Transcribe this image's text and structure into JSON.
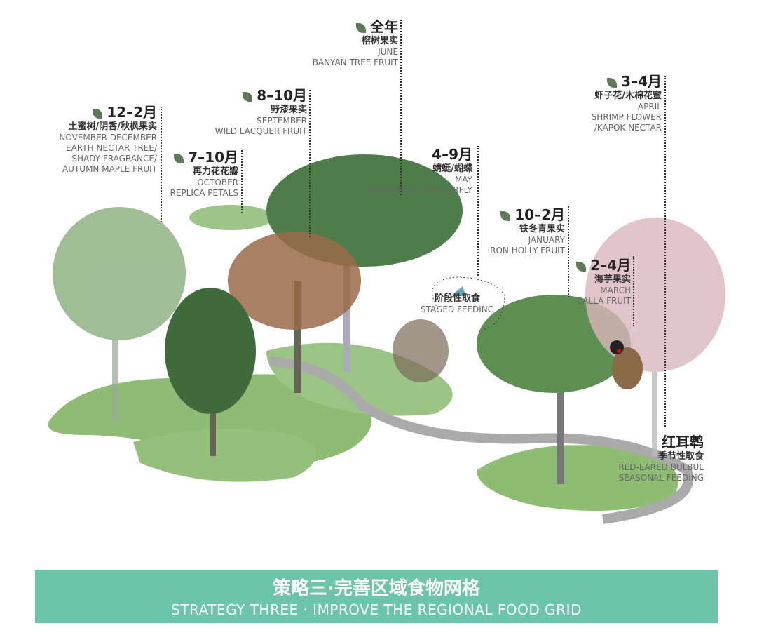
{
  "labels": [
    {
      "months": "12–2月",
      "cn": "土蜜树/阴香/秋枫果实",
      "en": [
        "NOVEMBER-DECEMBER",
        "EARTH NECTAR TREE/",
        "SHADY FRAGRANCE/",
        "AUTUMN MAPLE FRUIT"
      ]
    },
    {
      "months": "7–10月",
      "cn": "再力花花瓣",
      "en": [
        "OCTOBER",
        "REPLICA PETALS"
      ]
    },
    {
      "months": "8–10月",
      "cn": "野漆果实",
      "en": [
        "SEPTEMBER",
        "WILD LACQUER FRUIT"
      ]
    },
    {
      "months": "全年",
      "cn": "榕树果实",
      "en": [
        "JUNE",
        "BANYAN TREE FRUIT"
      ]
    },
    {
      "months": "4–9月",
      "cn": "蜻蜓/蝴蝶",
      "en": [
        "MAY",
        "DRAGONFLY / BUTTERFLY"
      ]
    },
    {
      "months": "10–2月",
      "cn": "铁冬青果实",
      "en": [
        "JANUARY",
        "IRON HOLLY FRUIT"
      ]
    },
    {
      "months": "2–4月",
      "cn": "海芋果实",
      "en": [
        "MARCH",
        "CALLA FRUIT"
      ]
    },
    {
      "months": "3–4月",
      "cn": "虾子花/木棉花蜜",
      "en": [
        "APRIL",
        "SHRIMP FLOWER",
        "/KAPOK NECTAR"
      ]
    }
  ],
  "staged": {
    "cn": "阶段性取食",
    "en": "STAGED FEEDING"
  },
  "bird": {
    "cn": "红耳鹎",
    "cn2": "季节性取食",
    "en": [
      "RED-EARED BULBUL",
      "SEASONAL FEEDING"
    ]
  },
  "banner": {
    "title": "策略三·完善区域食物网格",
    "subtitle": "STRATEGY THREE ·  IMPROVE THE REGIONAL FOOD GRID",
    "color": "#6cc4a9"
  }
}
